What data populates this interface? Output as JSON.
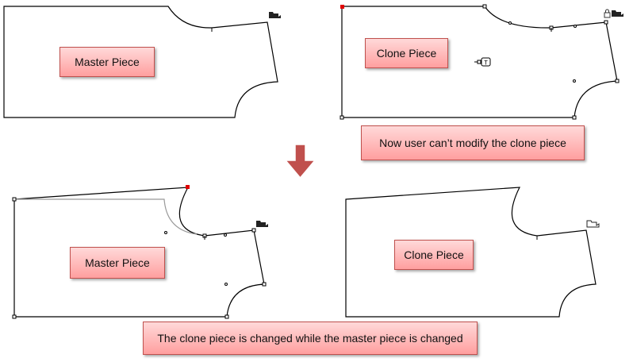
{
  "top": {
    "master_label": "Master Piece",
    "clone_label": "Clone Piece",
    "clone_text_marker": "T",
    "note": "Now user can’t modify the clone piece"
  },
  "bottom": {
    "master_label": "Master Piece",
    "clone_label": "Clone Piece",
    "note": "The clone piece is changed while the master piece is changed"
  },
  "colors": {
    "selected_point": "#e00000",
    "arrow": "#c0504d",
    "label_border": "#c0504d"
  }
}
